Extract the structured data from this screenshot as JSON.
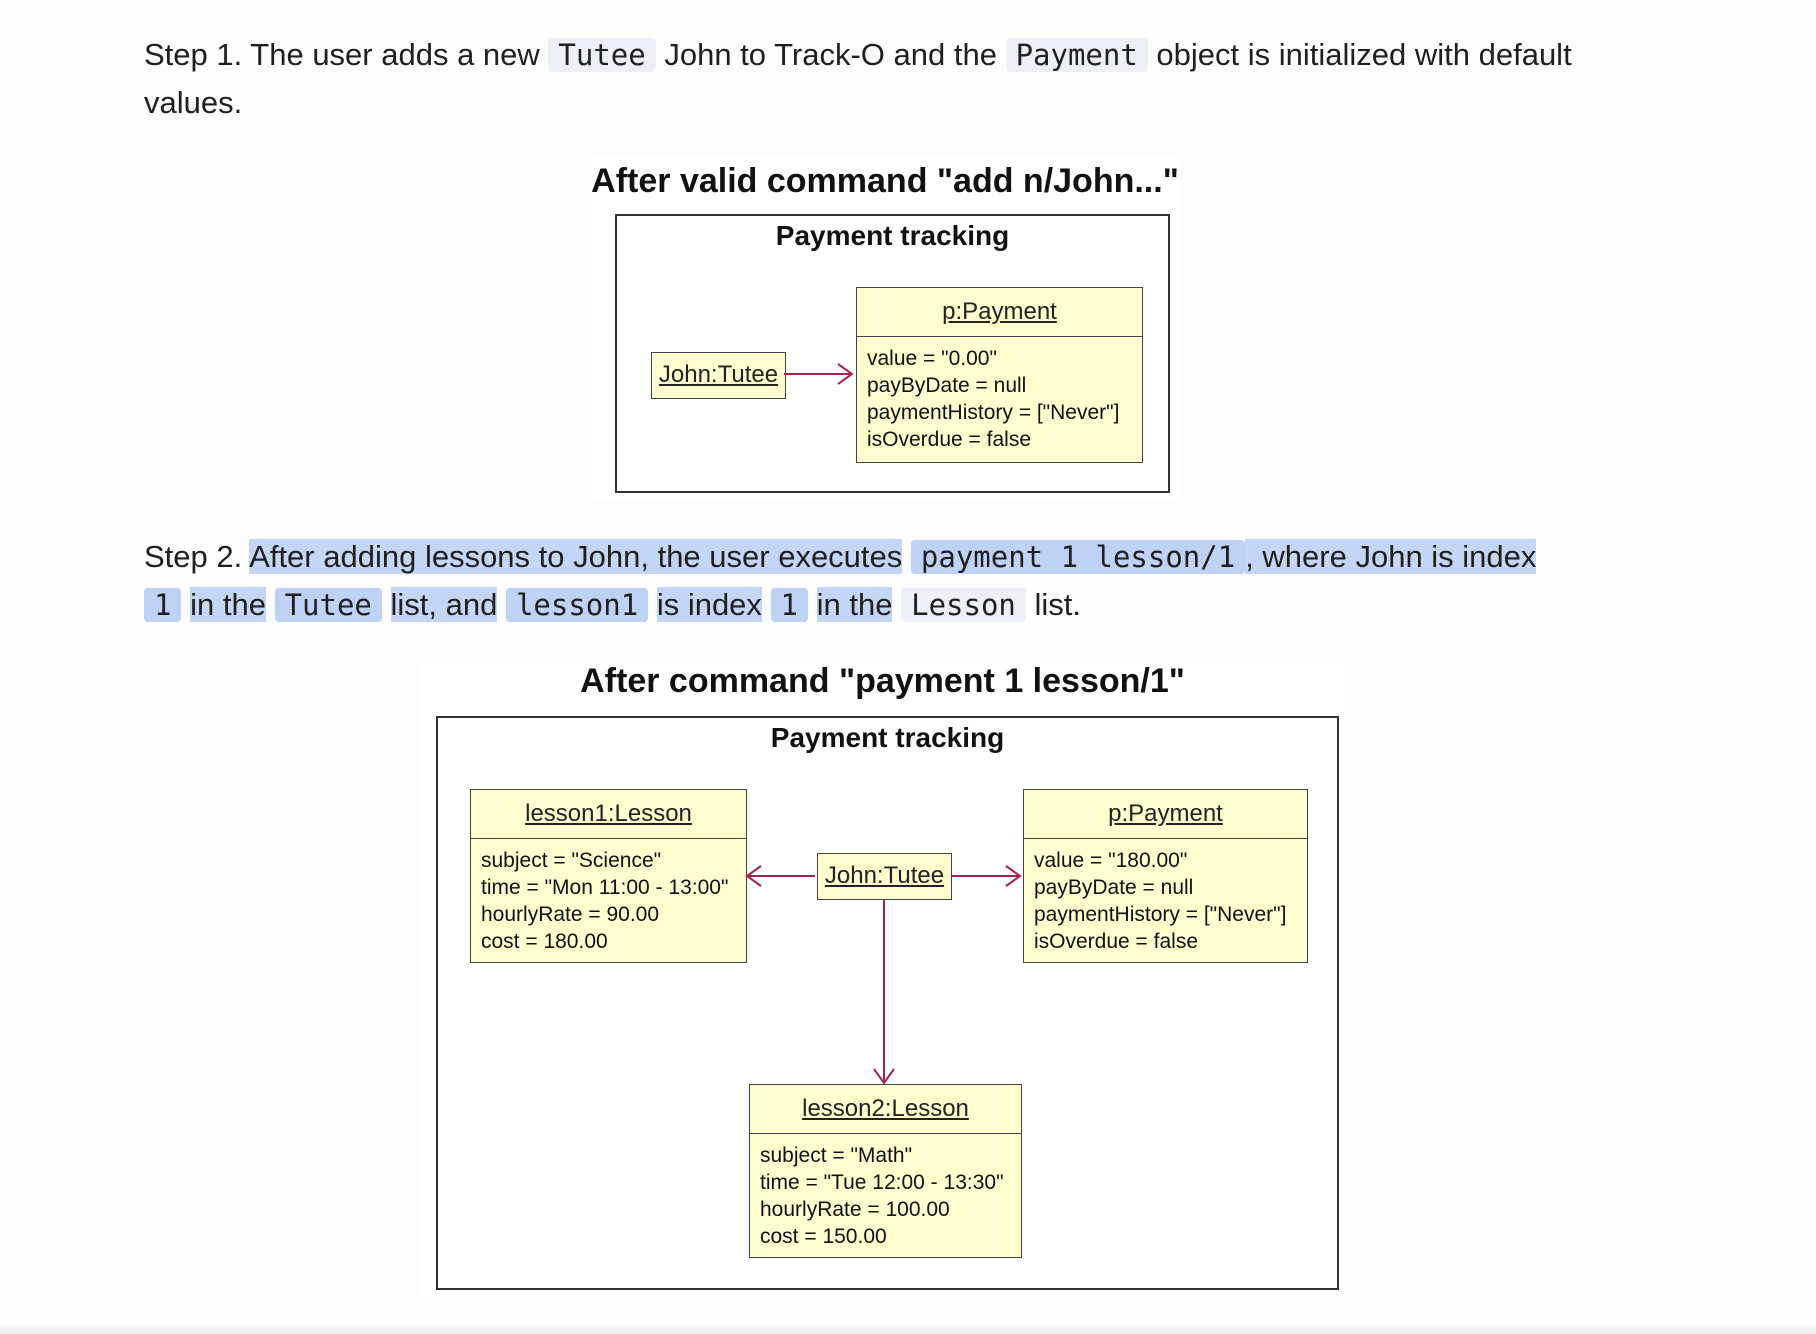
{
  "step1": {
    "prefix": "Step 1. The user adds a new",
    "code_tutee": "Tutee",
    "mid": "John to Track-O and the",
    "code_payment": "Payment",
    "suffix": "object is initialized with default values."
  },
  "fig1": {
    "title": "After valid command \"add n/John...\"",
    "frame_title": "Payment tracking",
    "tutee": "John:Tutee",
    "payment": {
      "name": "p:Payment",
      "attrs": [
        "value = \"0.00\"",
        "payByDate = null",
        "paymentHistory = [\"Never\"]",
        "isOverdue = false"
      ]
    }
  },
  "step2": {
    "prefix": "Step 2.",
    "t1": "After adding lessons to John, the user executes",
    "code_cmd": "payment 1 lesson/1",
    "t2": ", where John is index",
    "code_1a": "1",
    "t3": "in the",
    "code_tutee": "Tutee",
    "t4": "list, and",
    "code_lesson1": "lesson1",
    "t5": "is index",
    "code_1b": "1",
    "t6": "in the",
    "code_lesson": "Lesson",
    "t7": "list."
  },
  "fig2": {
    "title": "After command \"payment 1 lesson/1\"",
    "frame_title": "Payment tracking",
    "tutee": "John:Tutee",
    "lesson1": {
      "name": "lesson1:Lesson",
      "attrs": [
        "subject = \"Science\"",
        "time = \"Mon 11:00 - 13:00\"",
        "hourlyRate = 90.00",
        "cost = 180.00"
      ]
    },
    "payment": {
      "name": "p:Payment",
      "attrs": [
        "value = \"180.00\"",
        "payByDate = null",
        "paymentHistory = [\"Never\"]",
        "isOverdue = false"
      ]
    },
    "lesson2": {
      "name": "lesson2:Lesson",
      "attrs": [
        "subject = \"Math\"",
        "time = \"Tue 12:00 - 13:30\"",
        "hourlyRate = 100.00",
        "cost = 150.00"
      ]
    }
  },
  "colors": {
    "arrow": "#a8234b",
    "object_fill": "#fefece",
    "selection": "#c3d6f5"
  }
}
